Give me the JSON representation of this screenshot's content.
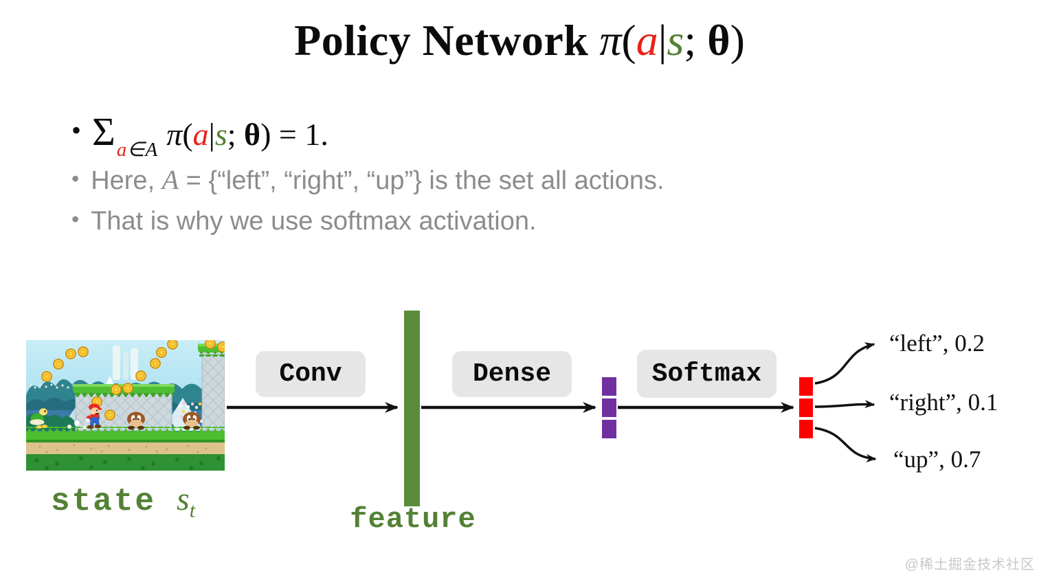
{
  "slide": {
    "bullet_char": "•",
    "title": {
      "main": "Policy Network",
      "pi": "π",
      "open": "(",
      "a": "a",
      "bar": "|",
      "s": "s",
      "semi": "; ",
      "theta": "θ",
      "close": ")"
    },
    "bullets": {
      "sum": {
        "sigma": "Σ",
        "sub_a": "a",
        "sub_in": "∈",
        "sub_set": "A",
        "pi": "π",
        "open": "(",
        "a": "a",
        "bar": "|",
        "s": "s",
        "semi": "; ",
        "theta": "θ",
        "close_eq": ") = 1."
      },
      "actions": {
        "prefix": "Here, ",
        "set_symbol": "A",
        "rest": " = {“left”, “right”, “up”} is the set all actions."
      },
      "softmax": "That is why we use softmax activation."
    }
  },
  "diagram": {
    "state": {
      "word": "state",
      "var": "s",
      "sub": "t"
    },
    "feature_label": "feature",
    "layers": {
      "conv": "Conv",
      "dense": "Dense",
      "softmax": "Softmax"
    },
    "outputs": [
      {
        "action": "left",
        "prob": "0.2",
        "display": "“left”, 0.2"
      },
      {
        "action": "right",
        "prob": "0.1",
        "display": "“right”, 0.1"
      },
      {
        "action": "up",
        "prob": "0.7",
        "display": "“up”, 0.7"
      }
    ],
    "colors": {
      "green": "#538135",
      "purple": "#7030A0",
      "red": "#FF0000",
      "layer_box_bg": "#E7E6E6",
      "highlight_red_text": "#E8231A"
    }
  },
  "watermark": "@稀土掘金技术社区"
}
